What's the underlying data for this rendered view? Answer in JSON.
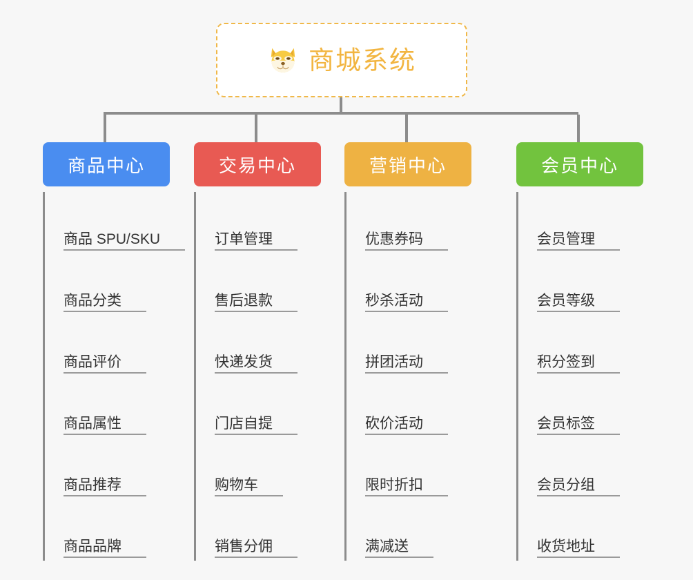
{
  "diagram": {
    "type": "mindmap-tree",
    "background_color": "#f7f7f7",
    "connector_color": "#8c8c8c",
    "root": {
      "title": "商城系统",
      "icon": "dog-face-emoji",
      "text_color": "#f2b541",
      "border_color": "#f0b849",
      "background_color": "#ffffff"
    },
    "branches": [
      {
        "label": "商品中心",
        "color": "#4a8df0",
        "items": [
          "商品 SPU/SKU",
          "商品分类",
          "商品评价",
          "商品属性",
          "商品推荐",
          "商品品牌"
        ]
      },
      {
        "label": "交易中心",
        "color": "#e85a53",
        "items": [
          "订单管理",
          "售后退款",
          "快递发货",
          "门店自提",
          "购物车",
          "销售分佣"
        ]
      },
      {
        "label": "营销中心",
        "color": "#eeb243",
        "items": [
          "优惠券码",
          "秒杀活动",
          "拼团活动",
          "砍价活动",
          "限时折扣",
          "满减送"
        ]
      },
      {
        "label": "会员中心",
        "color": "#72c33e",
        "items": [
          "会员管理",
          "会员等级",
          "积分签到",
          "会员标签",
          "会员分组",
          "收货地址"
        ]
      }
    ]
  }
}
